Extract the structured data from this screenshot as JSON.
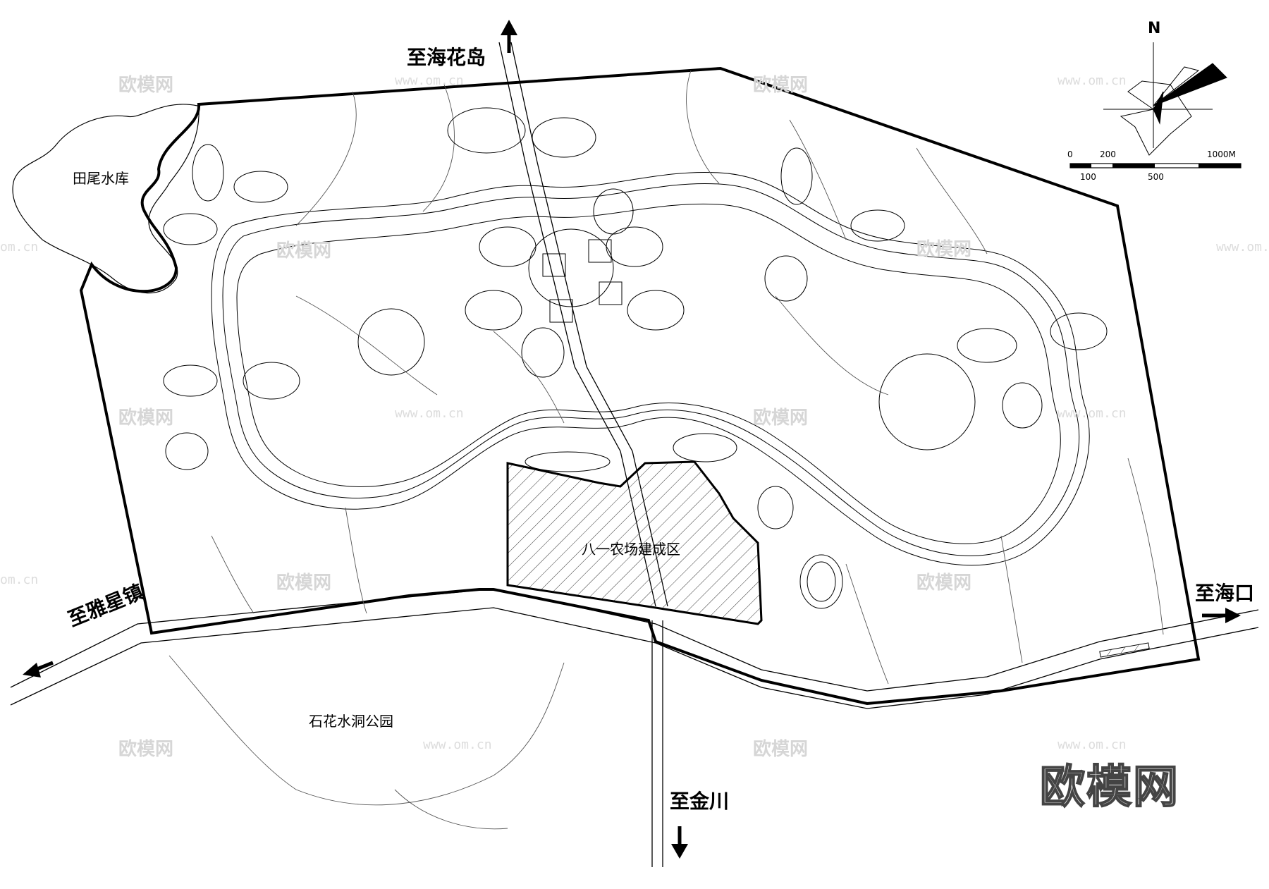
{
  "labels": {
    "to_haihuadao": "至海花岛",
    "to_yaxingzhen": "至雅星镇",
    "to_haikou": "至海口",
    "to_jinchuan": "至金川",
    "tianwei_reservoir": "田尾水库",
    "bayi_farm": "八一农场建成区",
    "shihua_park": "石花水洞公园"
  },
  "compass": {
    "north": "N",
    "scale_top": [
      "0",
      "200",
      "1000M"
    ],
    "scale_bottom": [
      "100",
      "500"
    ]
  },
  "watermarks": {
    "brand": "欧模网",
    "url": "www.om.cn",
    "url_short": "om.cn"
  },
  "colors": {
    "line": "#000000",
    "watermark": "#d6d6d6",
    "background": "#ffffff"
  }
}
